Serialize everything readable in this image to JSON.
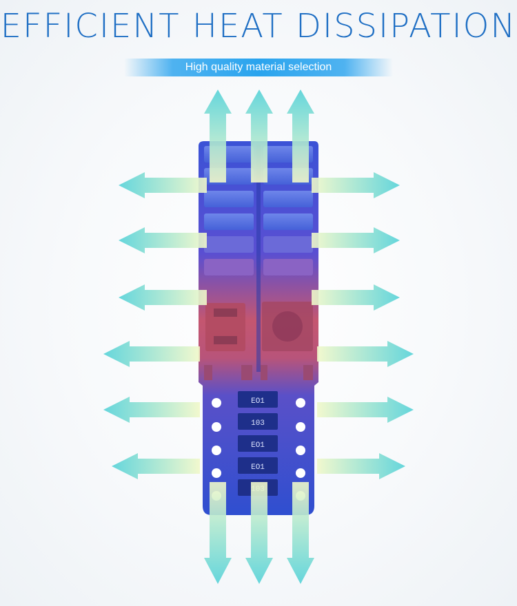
{
  "header": {
    "title": "EFFICIENT HEAT DISSIPATION",
    "subtitle": "High quality material selection"
  },
  "board": {
    "resistor_marking": "103",
    "resistor_marking_flipped": "EO1"
  },
  "colors": {
    "title": "#1f6fc4",
    "subtitle_bar": "#2aa4ee",
    "board_blue": "#2e4fd1",
    "board_hot": "#d45a6a",
    "arrow_head": "#5fd6d8",
    "arrow_tail": "#eef7c8"
  },
  "icons": {
    "arrow": "double-gradient-arrow",
    "chip": "led-smd-chip",
    "hole": "solder-pad-hole"
  }
}
